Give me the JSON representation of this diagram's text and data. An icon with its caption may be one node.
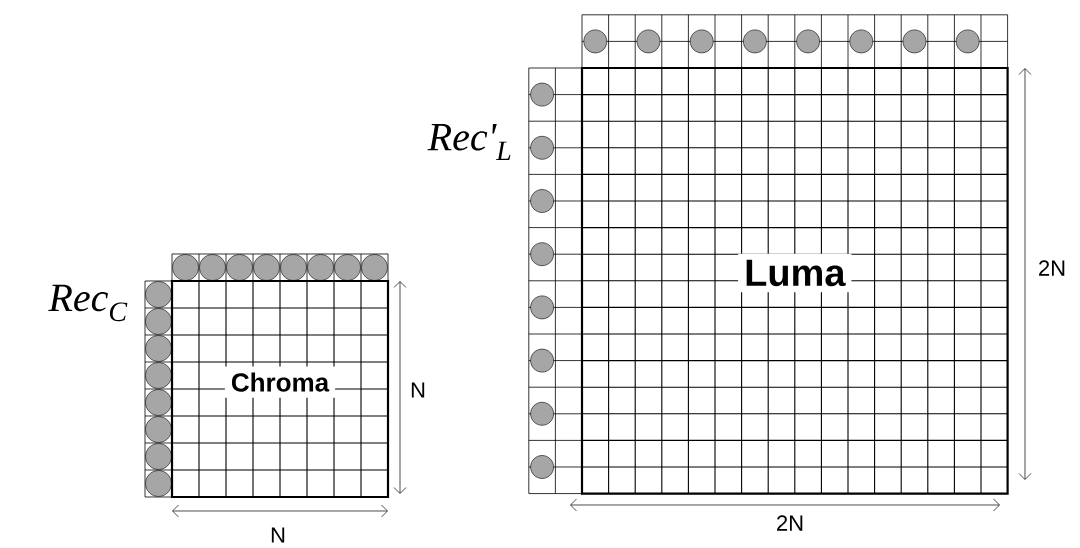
{
  "diagram": {
    "nodes": [
      {
        "text": [
          "Chroma"
        ]
      },
      {
        "text": [
          "Luma"
        ]
      }
    ],
    "labels": [
      "Rec$_{C}$",
      "N",
      "N",
      "Rec'$_{L}$",
      "2N",
      "2N"
    ]
  }
}
